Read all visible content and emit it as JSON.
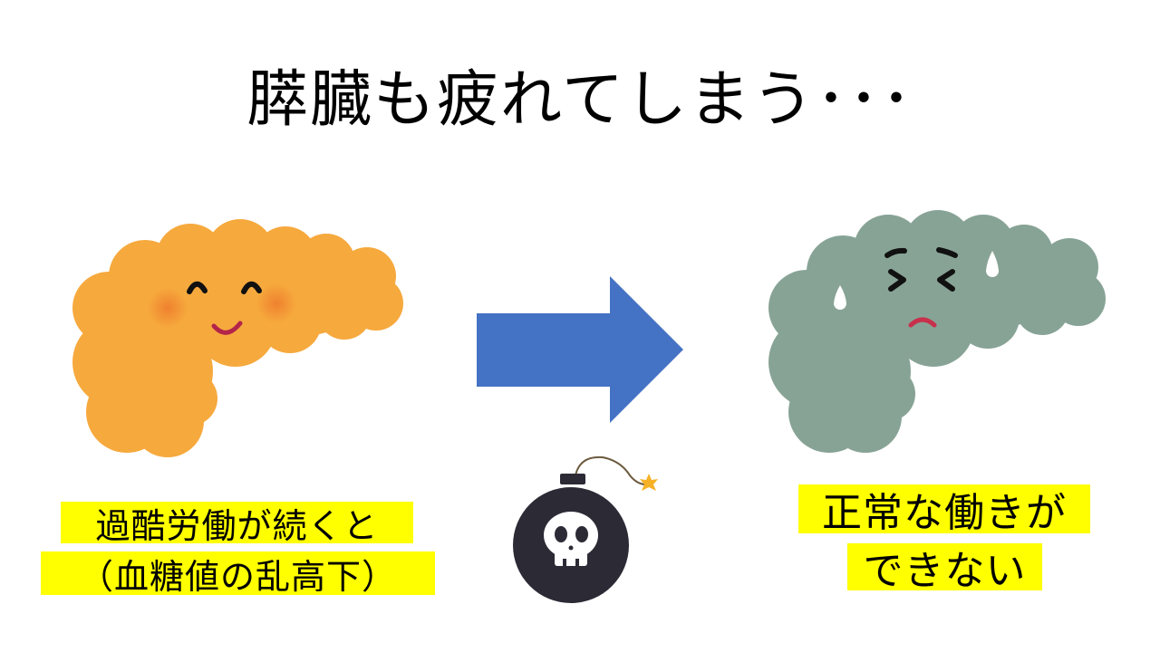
{
  "slide": {
    "title": "膵臓も疲れてしまう･･･",
    "left_caption": {
      "line1": "過酷労働が続くと",
      "line2": "（血糖値の乱高下）"
    },
    "right_caption": {
      "line1": "正常な働きが",
      "line2": "できない"
    },
    "illustrations": {
      "healthy_pancreas": "smiling-orange-pancreas",
      "arrow": "right-arrow",
      "bomb": "skull-bomb",
      "tired_pancreas": "exhausted-gray-pancreas"
    },
    "colors": {
      "highlight": "#ffff00",
      "arrow": "#4472c4",
      "healthy_pancreas": "#f5a73b",
      "tired_pancreas": "#87a396",
      "bomb": "#2c2a35"
    }
  }
}
